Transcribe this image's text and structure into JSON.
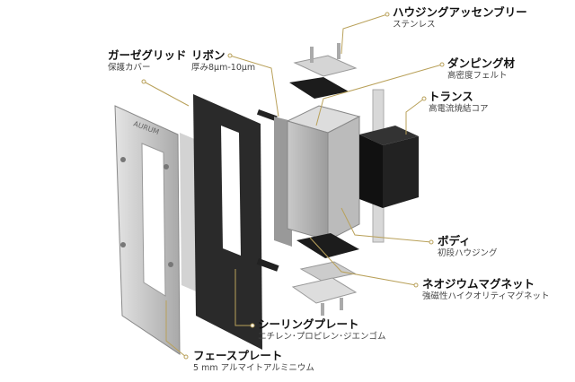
{
  "accent_color": "#b9a15a",
  "callouts": {
    "housing": {
      "title": "ハウジングアッセンブリー",
      "sub": "ステンレス"
    },
    "damping": {
      "title": "ダンピング材",
      "sub": "高密度フェルト"
    },
    "transformer": {
      "title": "トランス",
      "sub": "高電流焼結コア"
    },
    "gauze": {
      "title": "ガーゼグリッド",
      "sub": "保護カバー"
    },
    "ribbon": {
      "title": "リボン",
      "sub": "厚み8μm-10μm"
    },
    "body": {
      "title": "ボディ",
      "sub": "初段ハウジング"
    },
    "magnet": {
      "title": "ネオジウムマグネット",
      "sub": "強磁性ハイクオリティマグネット"
    },
    "sealing": {
      "title": "シーリングプレート",
      "sub": "エチレン･プロピレン･ジエンゴム"
    },
    "face": {
      "title": "フェースプレート",
      "sub": "5 mm アルマイトアルミニウム"
    }
  },
  "logo_text": "AURUM"
}
